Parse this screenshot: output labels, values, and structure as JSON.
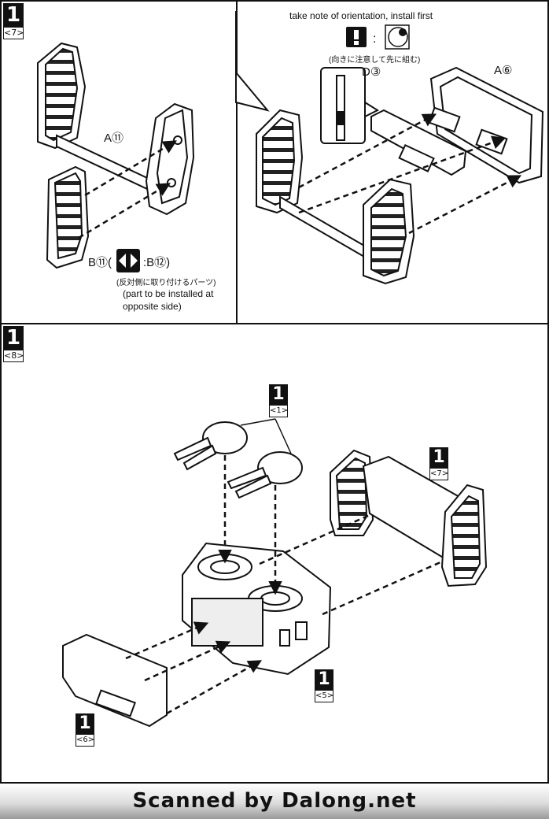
{
  "panels": {
    "top_left": {
      "step_number": "1",
      "step_sub": "<7>",
      "part_label_axle": "A⑪",
      "part_label_b": "B⑪(",
      "part_label_b_alt": ":B⑫)",
      "note_jp": "(反対側に取り付けるパーツ)",
      "note_en_line1": "(part to be installed at",
      "note_en_line2": "opposite side)"
    },
    "top_right": {
      "note_top": "take note of orientation, install first",
      "note_jp": "(向きに注意して先に組む)",
      "part_label_d": "D③",
      "part_label_a": "A⑥"
    },
    "bottom": {
      "step_number": "1",
      "step_sub": "<8>",
      "ref_1": {
        "number": "1",
        "sub": "<1>"
      },
      "ref_7": {
        "number": "1",
        "sub": "<7>"
      },
      "ref_5": {
        "number": "1",
        "sub": "<5>"
      },
      "ref_6": {
        "number": "1",
        "sub": "<6>"
      }
    }
  },
  "footer": {
    "text": "Scanned by Dalong.net"
  },
  "colors": {
    "ink": "#111111",
    "paper": "#ffffff"
  },
  "icons": [
    "exclamation-icon",
    "circle-dot-icon",
    "flip-arrows-icon"
  ]
}
